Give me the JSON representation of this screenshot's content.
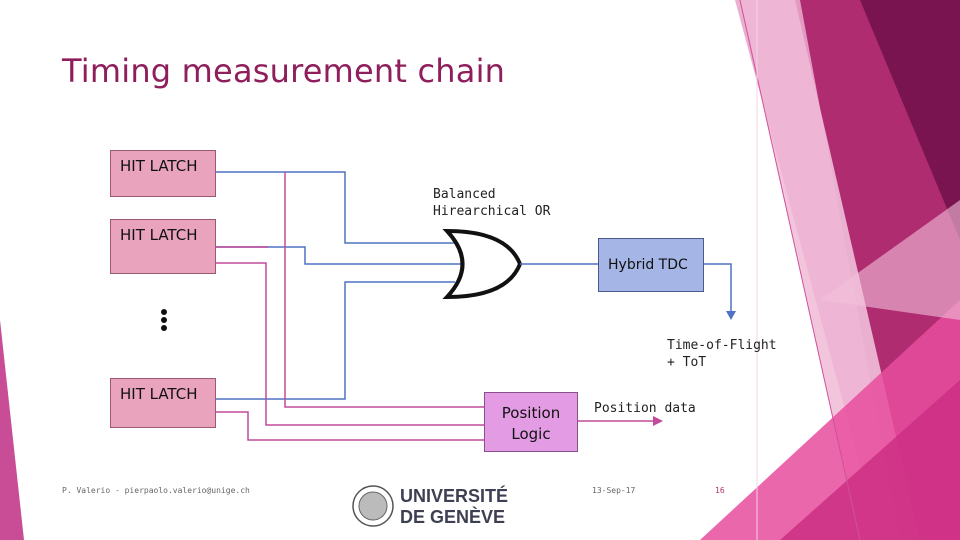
{
  "slide": {
    "title": "Timing measurement chain"
  },
  "diagram": {
    "hit_latch_1": "HIT LATCH",
    "hit_latch_2": "HIT LATCH",
    "hit_latch_3": "HIT LATCH",
    "or_gate_label": "Balanced\nHirearchical OR",
    "tdc_label": "Hybrid TDC",
    "tof_label": "Time-of-Flight\n+ ToT",
    "position_logic_label": "Position\nLogic",
    "position_data_label": "Position data"
  },
  "footer": {
    "author": "P. Valerio - pierpaolo.valerio@unige.ch",
    "date": "13-Sep-17",
    "page_number": "16",
    "university_name": "UNIVERSITÉ\nDE GENÈVE"
  },
  "colors": {
    "title": "#8e1f5c",
    "blue_wire": "#4f72c4",
    "pink_wire": "#c24a9a",
    "latch_fill": "#e9a3bd",
    "tdc_fill": "#a5b6e6",
    "position_logic_fill": "#e39be3"
  }
}
